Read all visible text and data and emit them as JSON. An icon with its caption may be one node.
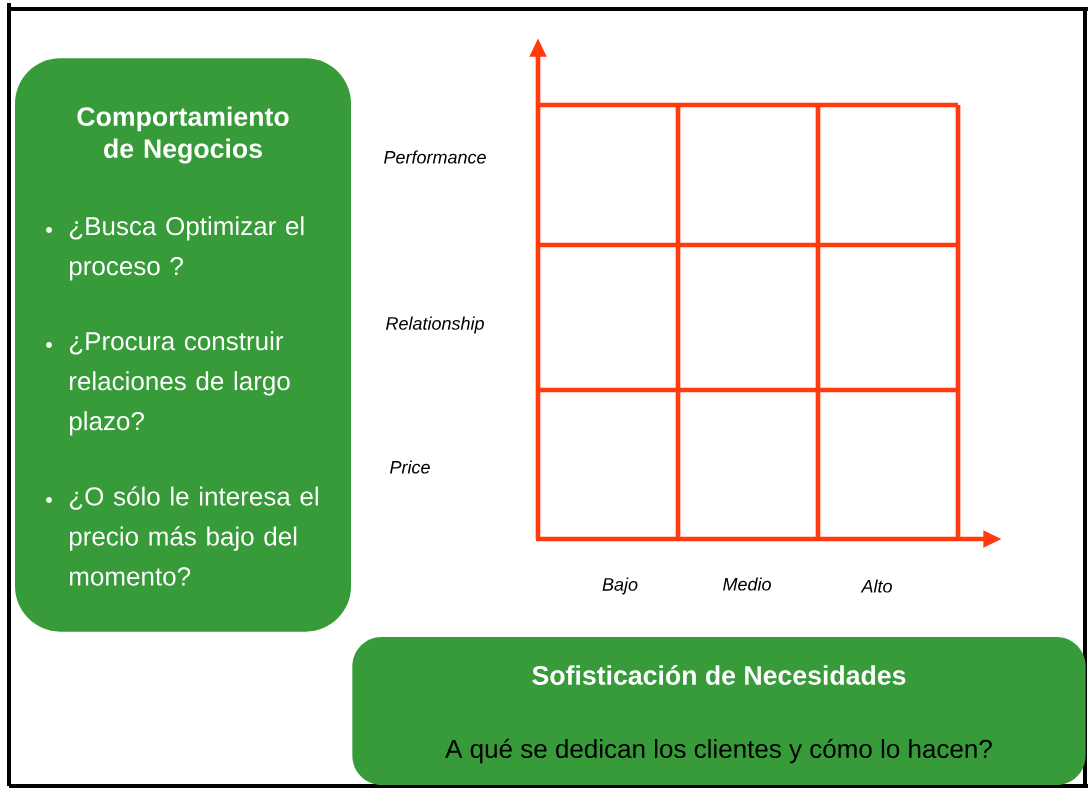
{
  "diagram": {
    "nodes": [
      {
        "text": [
          "Comportamiento de Negocios",
          "¿Busca Optimizar el proceso ?",
          "¿Procura construir relaciones de largo plazo?",
          "¿O sólo le interesa el precio más bajo del momento?"
        ]
      },
      {
        "text": [
          "Sofisticación de Necesidades",
          "A qué se dedican los clientes y cómo lo hacen?"
        ]
      }
    ],
    "labels": [
      "Performance",
      "Relationship",
      "Price",
      "Bajo",
      "Medio",
      "Alto"
    ]
  }
}
